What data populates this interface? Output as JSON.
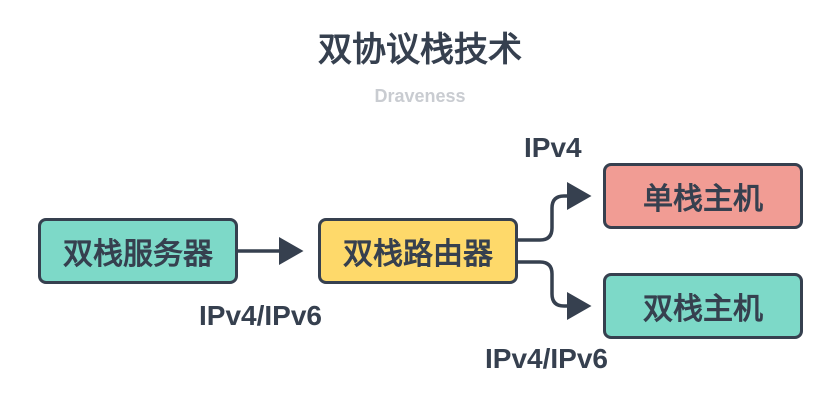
{
  "title": "双协议栈技术",
  "subtitle": "Draveness",
  "nodes": {
    "server": {
      "label": "双栈服务器",
      "color": "#7dd9c8"
    },
    "router": {
      "label": "双栈路由器",
      "color": "#fed96a"
    },
    "single_host": {
      "label": "单栈主机",
      "color": "#f19c94"
    },
    "dual_host": {
      "label": "双栈主机",
      "color": "#7dd9c8"
    }
  },
  "edge_labels": {
    "server_router": "IPv4/IPv6",
    "router_single": "IPv4",
    "router_dual": "IPv4/IPv6"
  },
  "colors": {
    "stroke": "#36404f"
  }
}
